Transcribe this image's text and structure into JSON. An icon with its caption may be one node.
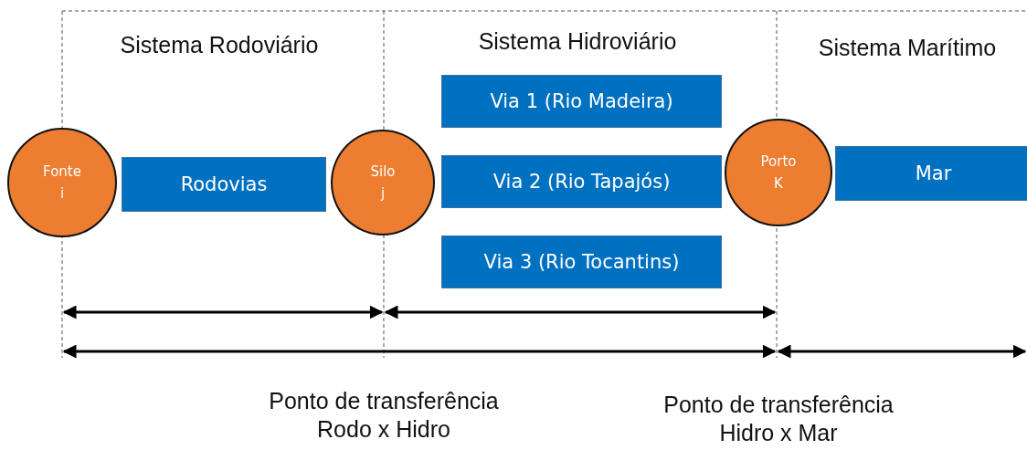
{
  "diagram": {
    "nodes": [
      {
        "text": [
          "Fonte i"
        ]
      },
      {
        "text": [
          "Rodovias"
        ]
      },
      {
        "text": [
          "Silo j"
        ]
      },
      {
        "text": [
          "Via 1 (Rio Madeira)"
        ]
      },
      {
        "text": [
          "Via 2 (Rio Tapajós)"
        ]
      },
      {
        "text": [
          "Via 3 (Rio Tocantins)"
        ]
      },
      {
        "text": [
          "Porto K"
        ]
      },
      {
        "text": [
          "Mar"
        ]
      }
    ],
    "labels": [
      "Sistema Rodoviário",
      "Sistema Hidroviário",
      "Sistema Marítimo",
      "Ponto de transferência Rodo x Hidro",
      "Ponto de transferência Hidro x Mar"
    ]
  }
}
